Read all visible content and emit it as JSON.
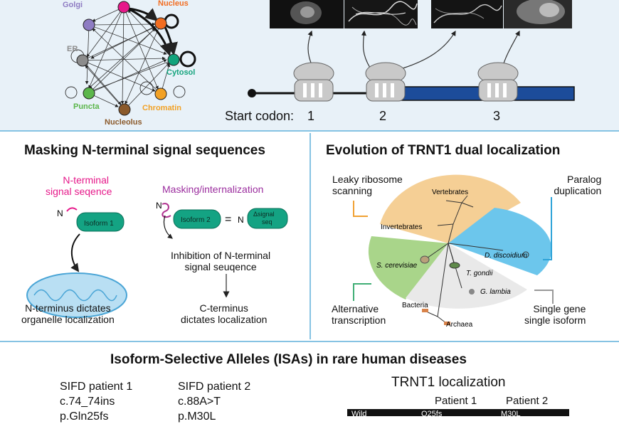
{
  "network": {
    "nodes": [
      {
        "label": "Golgi",
        "color": "#8e7cc3"
      },
      {
        "label": "",
        "color": "#e6198a"
      },
      {
        "label": "Nucleus",
        "color": "#f26d21"
      },
      {
        "label": "ER",
        "color": "#8c8c8c"
      },
      {
        "label": "Cytosol",
        "color": "#13a37c"
      },
      {
        "label": "Puncta",
        "color": "#5bb64b"
      },
      {
        "label": "Chromatin",
        "color": "#f2a125"
      },
      {
        "label": "Nucleolus",
        "color": "#8b5a2b"
      }
    ]
  },
  "codons": {
    "prefix": "Start codon:",
    "labels": [
      "1",
      "2",
      "3"
    ]
  },
  "masking": {
    "title": "Masking N-terminal signal sequences",
    "signal_label_line1": "N-terminal",
    "signal_label_line2": "signal seqence",
    "internalization_label": "Masking/internalization",
    "n_letter_1": "N",
    "n_letter_2": "N",
    "n_letter_3": "N",
    "isoform1": "Isoform 1",
    "isoform2": "Isoform 2",
    "equals": "=",
    "delta_line1": "Δsignal",
    "delta_line2": "seq",
    "inhibition_line1": "Inhibition of N-terminal",
    "inhibition_line2": "signal seuqence",
    "nterm_line1": "N-terminus dictates",
    "nterm_line2": "organelle localization",
    "cterm_line1": "C-terminus",
    "cterm_line2": "dictates localization"
  },
  "evolution": {
    "title": "Evolution of TRNT1 dual localization",
    "leaky_line1": "Leaky ribosome",
    "leaky_line2": "scanning",
    "paralog_line1": "Paralog",
    "paralog_line2": "duplication",
    "alt_line1": "Alternative",
    "alt_line2": "transcription",
    "single_line1": "Single gene",
    "single_line2": "single isoform",
    "vertebrates": "Vertebrates",
    "invertebrates": "Invertebrates",
    "dicty": "D. discoidium",
    "scerevisiae": "S. cerevisiae",
    "tgondii": "T. gondii",
    "glambia": "G. lambia",
    "bacteria": "Bacteria",
    "archaea": "Archaea",
    "colors": {
      "orange": "#f5cf95",
      "blue": "#6cc6ec",
      "green": "#a9d58a",
      "grey": "#e9e9e9"
    }
  },
  "bottom": {
    "title": "Isoform-Selective Alleles (ISAs) in rare human diseases",
    "p1_name": "SIFD patient 1",
    "p1_mut": "c.74_74ins",
    "p1_prot": "p.Gln25fs",
    "p2_name": "SIFD patient 2",
    "p2_mut": "c.88A>T",
    "p2_prot": "p.M30L",
    "loc_title": "TRNT1 localization",
    "col1": "Patient 1",
    "col2": "Patient 2",
    "row_label": "Wild",
    "cell1": "Q25fs",
    "cell2": "M30L"
  }
}
